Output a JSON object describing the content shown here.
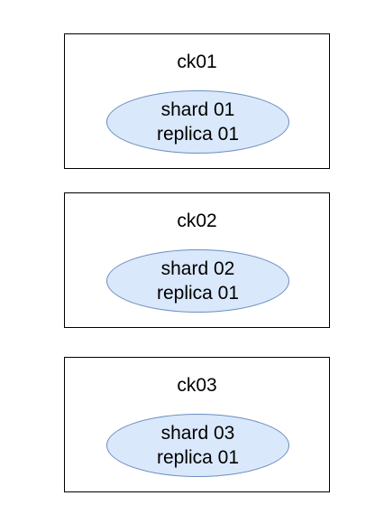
{
  "diagram": {
    "nodes": [
      {
        "name": "ck01",
        "shard_label": "shard 01",
        "replica_label": "replica 01"
      },
      {
        "name": "ck02",
        "shard_label": "shard 02",
        "replica_label": "replica 01"
      },
      {
        "name": "ck03",
        "shard_label": "shard 03",
        "replica_label": "replica 01"
      }
    ],
    "colors": {
      "node_border": "#000000",
      "ellipse_fill": "#dae8fc",
      "ellipse_border": "#6c8ebf"
    }
  }
}
